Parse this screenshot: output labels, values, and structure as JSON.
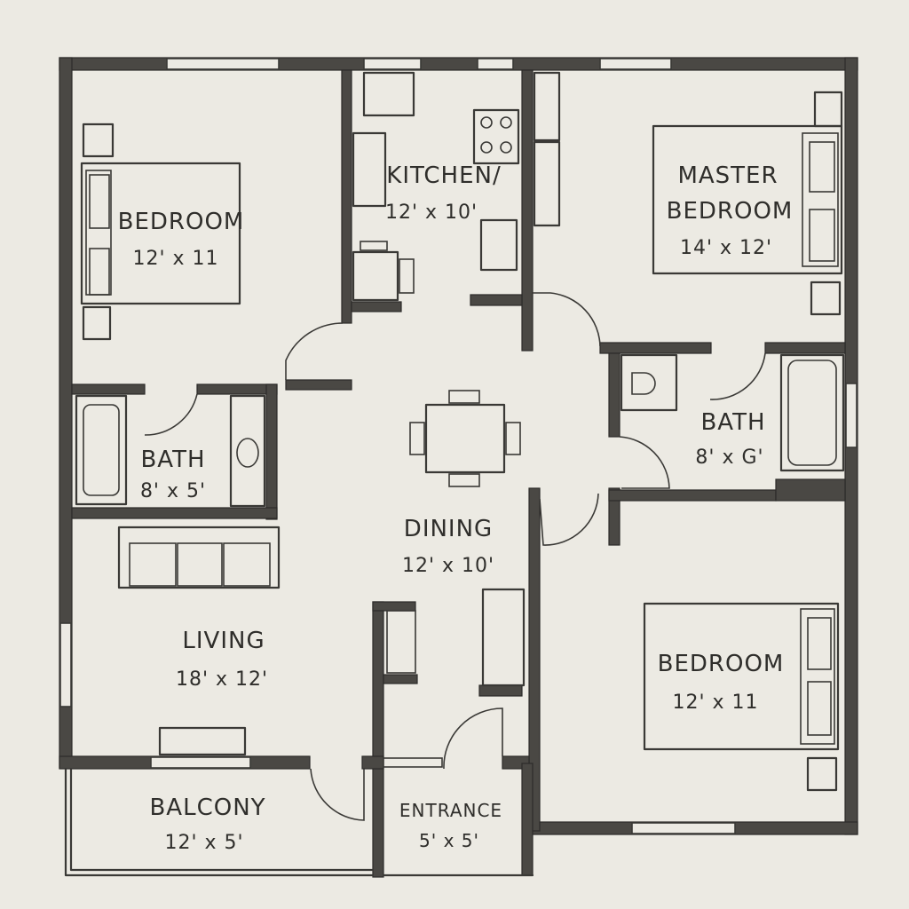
{
  "rooms": {
    "bedroom_left": {
      "name": "BEDROOM",
      "size": "12' x 11"
    },
    "kitchen": {
      "name": "KITCHEN/",
      "size": "12' x 10'"
    },
    "master": {
      "name_line1": "MASTER",
      "name_line2": "BEDROOM",
      "size": "14' x 12'"
    },
    "bath_left": {
      "name": "BATH",
      "size": "8' x 5'"
    },
    "bath_right": {
      "name": "BATH",
      "size": "8' x G'"
    },
    "dining": {
      "name": "DINING",
      "size": "12' x 10'"
    },
    "living": {
      "name": "LIVING",
      "size": "18' x 12'"
    },
    "bedroom_right": {
      "name": "BEDROOM",
      "size": "12' x 11"
    },
    "balcony": {
      "name": "BALCONY",
      "size": "12' x 5'"
    },
    "entrance": {
      "name": "ENTRANCE",
      "size": "5' x 5'"
    }
  }
}
